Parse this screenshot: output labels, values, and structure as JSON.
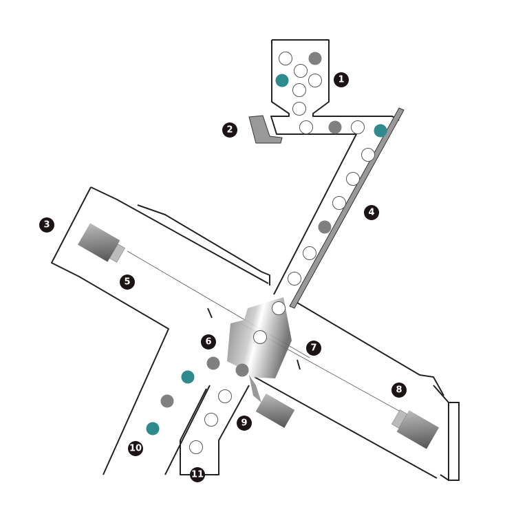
{
  "colors": {
    "accept_ball": "#ffffff",
    "reject_gray": "#808080",
    "reject_teal": "#2e8a8c",
    "badge": "#1c1414",
    "line": "#222222"
  },
  "labels": [
    "1",
    "2",
    "3",
    "4",
    "5",
    "6",
    "7",
    "8",
    "9",
    "10",
    "11"
  ],
  "balls": {
    "hopper": [
      "white",
      "gray",
      "white",
      "teal",
      "white",
      "white",
      "white"
    ],
    "feeder": [
      "white",
      "gray",
      "white",
      "teal"
    ],
    "slide": [
      "white",
      "white",
      "white",
      "gray",
      "white",
      "white",
      "white",
      "white"
    ],
    "ejector_zone": [
      "gray"
    ],
    "reject_stream": [
      "gray",
      "teal",
      "gray",
      "teal"
    ],
    "accept_stream": [
      "white",
      "white",
      "white"
    ]
  }
}
